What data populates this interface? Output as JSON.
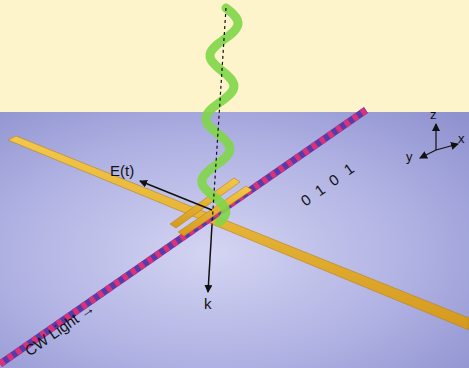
{
  "diagram": {
    "labels": [
      "0",
      "1",
      "0",
      "1",
      "E(t)",
      "k",
      "CW Light →",
      "z",
      "y",
      "x"
    ]
  }
}
